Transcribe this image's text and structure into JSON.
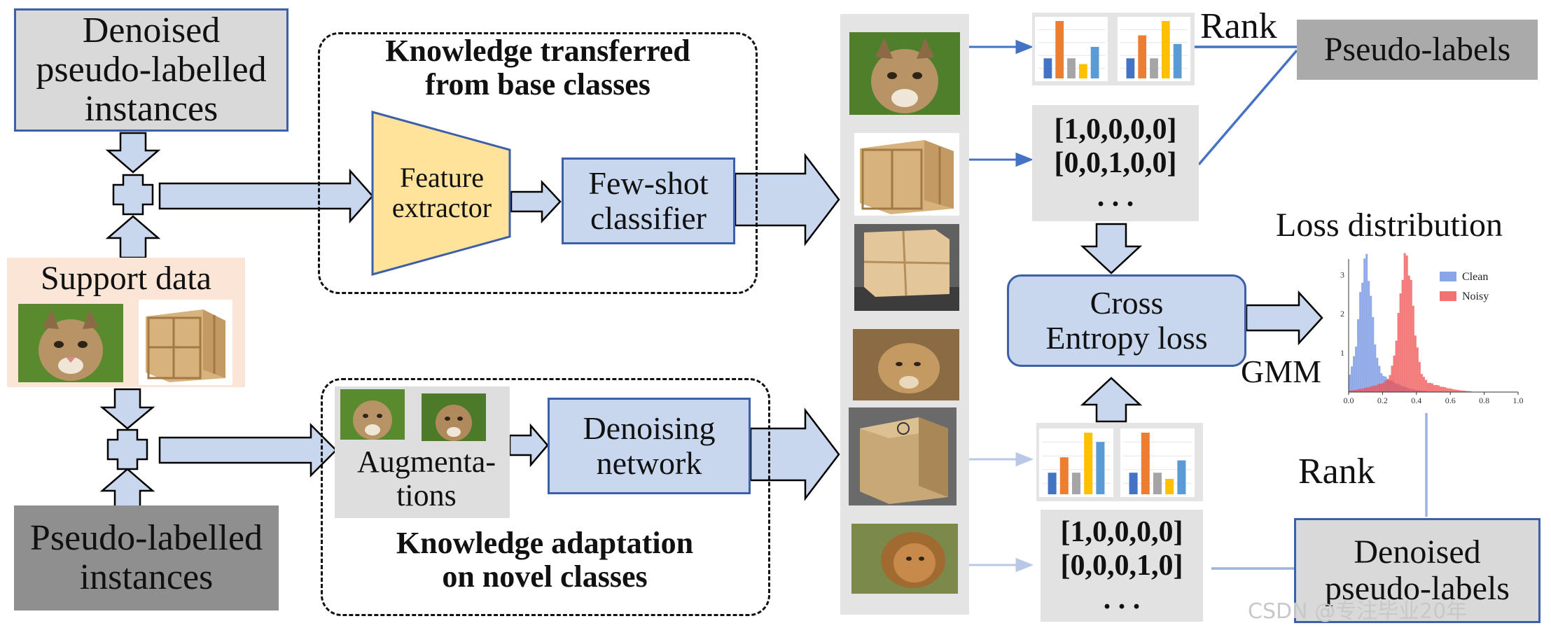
{
  "left": {
    "denoised_instances": "Denoised\npseudo-labelled\ninstances",
    "support_data": "Support data",
    "pseudo_instances": "Pseudo-labelled\ninstances"
  },
  "top_module": {
    "title": "Knowledge transferred\nfrom base classes",
    "feature_extractor": "Feature\nextractor",
    "classifier": "Few-shot\nclassifier"
  },
  "bottom_module": {
    "title": "Knowledge adaptation\non novel classes",
    "augmentations": "Augmenta-\ntions",
    "denoising": "Denoising\nnetwork"
  },
  "right": {
    "rank_top": "Rank",
    "pseudo_labels": "Pseudo-labels",
    "vector_top": "[1,0,0,0,0]\n[0,0,1,0,0]\n. . .",
    "cross_entropy": "Cross\nEntropy loss",
    "loss_distribution": "Loss distribution",
    "gmm": "GMM",
    "rank_bottom": "Rank",
    "vector_bottom": "[1,0,0,0,0]\n[0,0,0,1,0]\n. . .",
    "denoised_labels": "Denoised\npseudo-labels"
  },
  "histogram": {
    "legend": [
      "Clean",
      "Noisy"
    ],
    "x_ticks": [
      "0.0",
      "0.2",
      "0.4",
      "0.6",
      "0.8",
      "1.0"
    ],
    "y_ticks": [
      "1",
      "2",
      "3"
    ],
    "colors": {
      "clean": "#6d8fe0",
      "noisy": "#ef4f4f"
    }
  },
  "bar_colors": [
    "#4472c4",
    "#ed7d31",
    "#a5a5a5",
    "#ffc000",
    "#5b9bd5"
  ],
  "bar_sets": [
    [
      0.35,
      1.0,
      0.35,
      0.25,
      0.55
    ],
    [
      0.35,
      0.75,
      0.35,
      1.0,
      0.6
    ],
    [
      0.35,
      0.6,
      0.35,
      1.0,
      0.85
    ],
    [
      0.35,
      1.0,
      0.35,
      0.25,
      0.55
    ]
  ],
  "watermark": "CSDN @专注毕业20年"
}
